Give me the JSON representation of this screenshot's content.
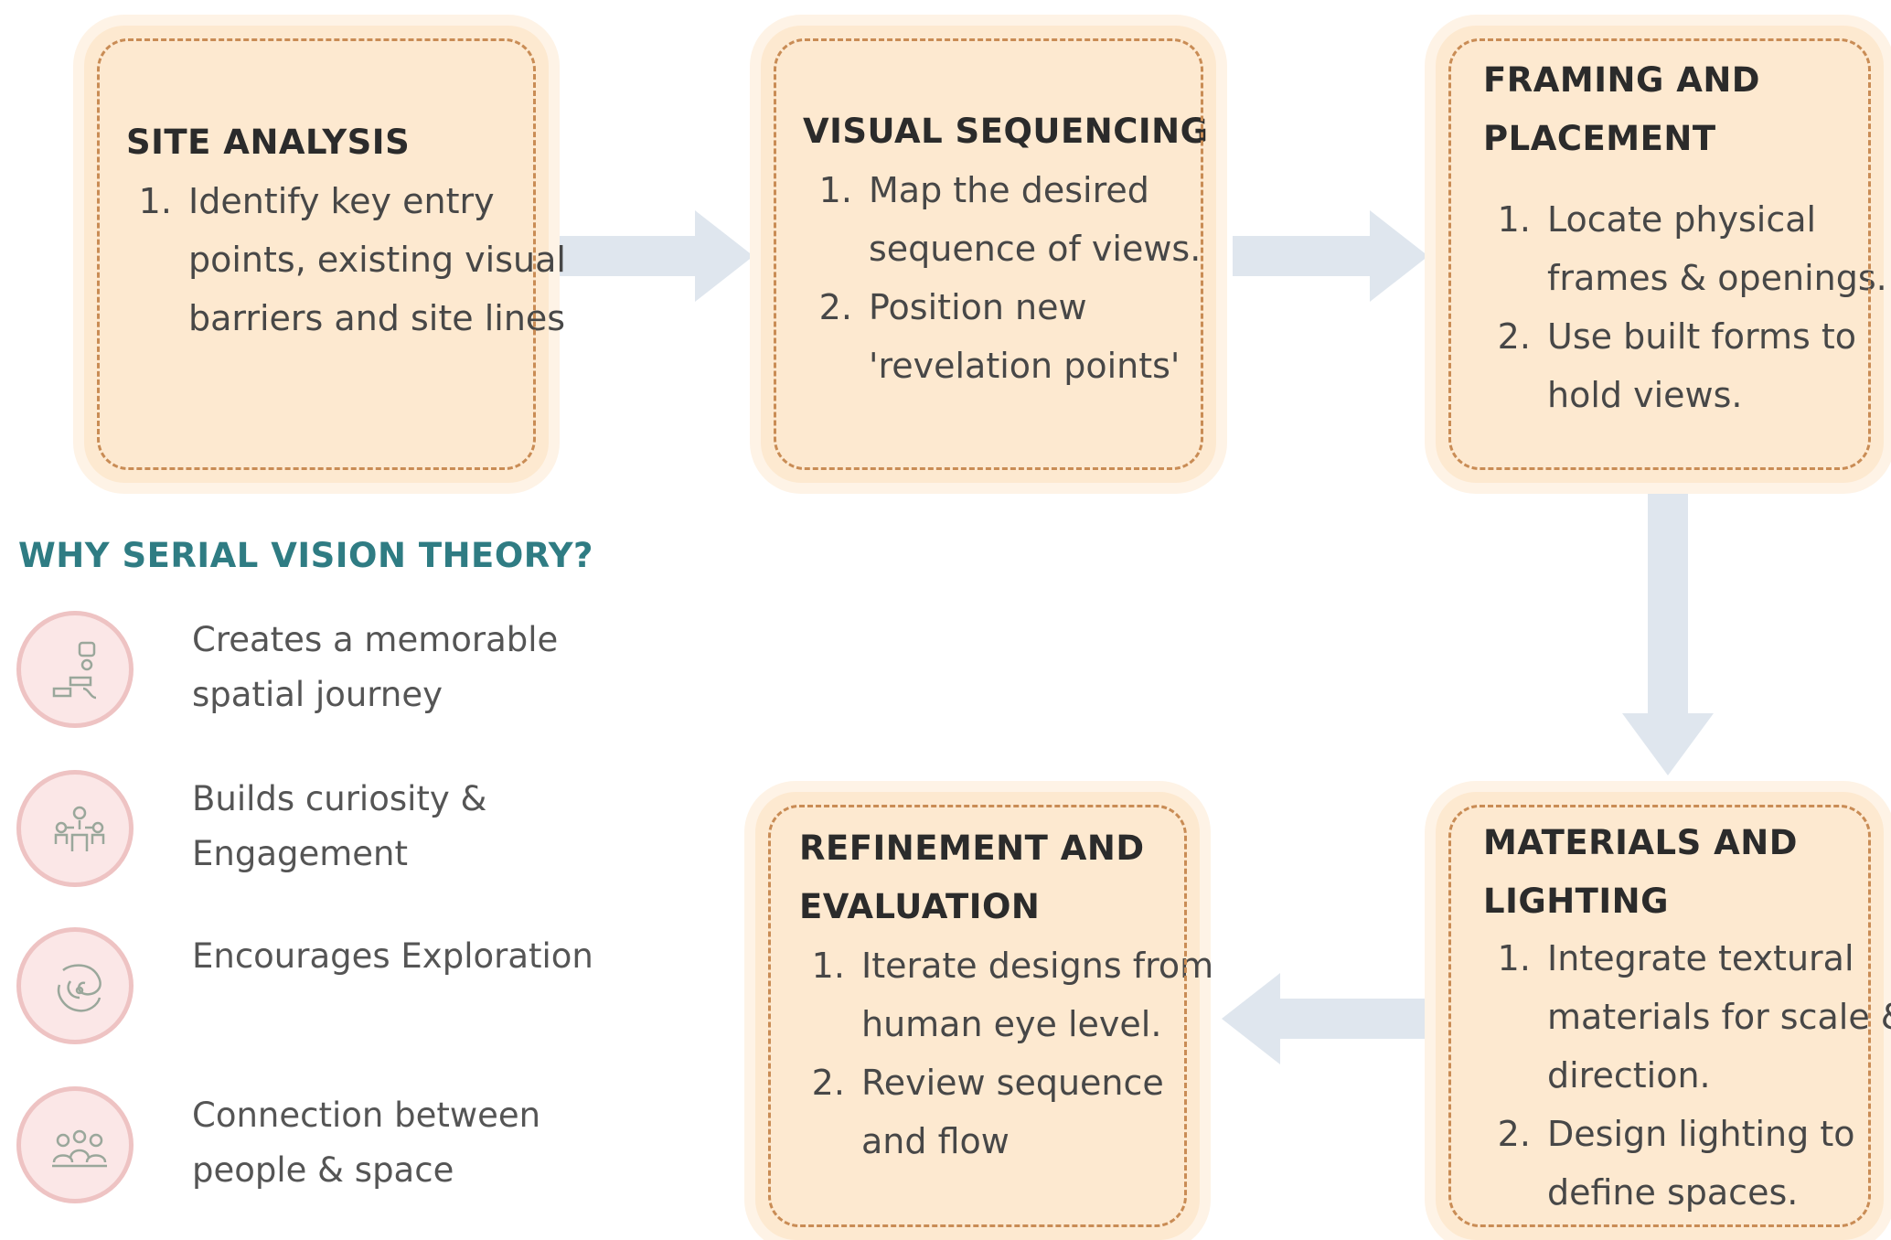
{
  "colors": {
    "card_fill": "#fde9d0",
    "card_border": "#c98c55",
    "arrow": "#dfe6ee",
    "why_title": "#2f7c83",
    "icon_circle_fill": "#fbe7e7",
    "icon_circle_border": "#eec3c3"
  },
  "steps": [
    {
      "title_lines": [
        "SITE ANALYSIS"
      ],
      "items": [
        "Identify key entry points, existing visual barriers and site lines"
      ]
    },
    {
      "title_lines": [
        "VISUAL SEQUENCING"
      ],
      "items": [
        "Map the desired sequence of views.",
        "Position new 'revelation points'"
      ]
    },
    {
      "title_lines": [
        "FRAMING AND",
        "PLACEMENT"
      ],
      "items": [
        "Locate physical frames & openings.",
        "Use built forms to hold views."
      ]
    },
    {
      "title_lines": [
        "MATERIALS AND",
        "LIGHTING"
      ],
      "items": [
        "Integrate textural materials for scale & direction.",
        "Design lighting to define spaces."
      ]
    },
    {
      "title_lines": [
        "REFINEMENT AND",
        "EVALUATION"
      ],
      "items": [
        "Iterate designs from human eye level.",
        "Review sequence and flow"
      ]
    }
  ],
  "why": {
    "title": "WHY SERIAL VISION THEORY?",
    "items": [
      {
        "icon": "journey-path-icon",
        "text": "Creates a memorable spatial journey"
      },
      {
        "icon": "people-network-icon",
        "text": "Builds curiosity & Engagement"
      },
      {
        "icon": "maze-exploration-icon",
        "text": "Encourages Exploration"
      },
      {
        "icon": "people-space-icon",
        "text": "Connection between people & space"
      }
    ]
  }
}
